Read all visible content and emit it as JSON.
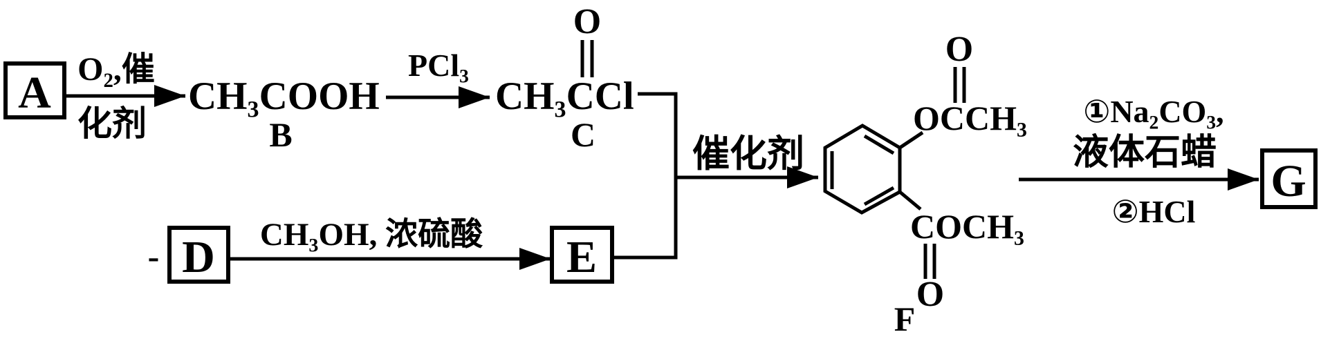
{
  "colors": {
    "ink": "#000000",
    "background": "#ffffff"
  },
  "diagram_type": "chemistry-reaction-flowchart",
  "nodes": {
    "a": {
      "label": "A"
    },
    "b": {
      "formula": "CH₃COOH",
      "label": "B"
    },
    "c": {
      "formula": "CH₃CCl",
      "carbonyl_o": "O",
      "label": "C"
    },
    "d": {
      "label": "D",
      "prefix_dash": "-"
    },
    "e": {
      "label": "E"
    },
    "f": {
      "label": "F",
      "top_group": "OCCH₃",
      "top_o": "O",
      "bottom_group": "COCH₃",
      "bottom_o": "O"
    },
    "g": {
      "label": "G"
    }
  },
  "reactions": {
    "a_to_b": {
      "above": "O₂,催",
      "below": "化剂"
    },
    "b_to_c": {
      "above": "PCl₃"
    },
    "d_to_e": {
      "above": "CH₃OH, 浓硫酸"
    },
    "ce_to_f": {
      "above": "催化剂"
    },
    "f_to_g": {
      "above_line1": "①Na₂CO₃,",
      "above_line2": "液体石蜡",
      "below": "②HCl"
    }
  }
}
